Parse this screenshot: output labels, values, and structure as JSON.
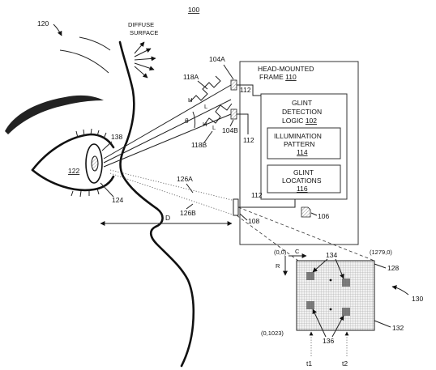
{
  "figure": {
    "number": "100",
    "eye_ref": "120",
    "diffuse_surface": [
      "DIFFUSE",
      "SURFACE"
    ],
    "head_frame": {
      "line1": "HEAD-MOUNTED",
      "line2": "FRAME",
      "ref": "110"
    },
    "glint_logic": {
      "line1": "GLINT",
      "line2": "DETECTION",
      "line3": "LOGIC",
      "ref": "102"
    },
    "illumination": {
      "line1": "ILLUMINATION",
      "line2": "PATTERN",
      "ref": "114"
    },
    "glint_locations": {
      "line1": "GLINT",
      "line2": "LOCATIONS",
      "ref": "116"
    },
    "refs": {
      "r104a": "104A",
      "r104b": "104B",
      "r118a": "118A",
      "r118b": "118B",
      "r112a": "112",
      "r112b": "112",
      "r112c": "112",
      "r138": "138",
      "r122": "122",
      "r124": "124",
      "r126a": "126A",
      "r126b": "126B",
      "r108": "108",
      "r106": "106",
      "r134": "134",
      "r136": "136",
      "r128": "128",
      "r130": "130",
      "r132": "132"
    },
    "symbols": {
      "theta": "θ",
      "h_top": "H",
      "l_top": "L",
      "h_bot": "H",
      "l_bot": "L",
      "distance": "D",
      "col": "C",
      "row": "R"
    },
    "coords": {
      "origin": "(0,0)",
      "top_right": "(1279,0)",
      "bottom_left": "(0,1023)"
    },
    "times": {
      "t1": "t1",
      "t2": "t2"
    }
  }
}
